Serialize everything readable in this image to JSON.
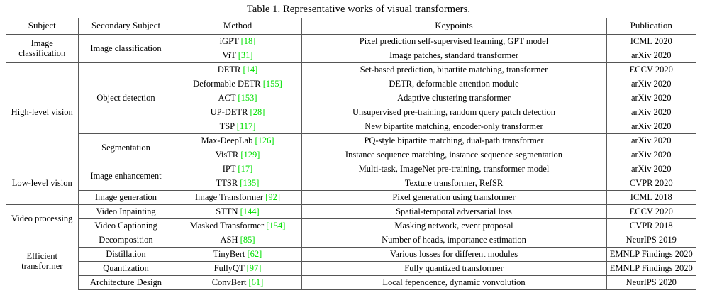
{
  "caption": "Table 1. Representative works of visual transformers.",
  "colors": {
    "citation": "#00e000",
    "rule": "#555555",
    "top_rule": "#000000",
    "text": "#000000"
  },
  "table": {
    "headers": [
      "Subject",
      "Secondary Subject",
      "Method",
      "Keypoints",
      "Publication"
    ],
    "groups": [
      {
        "subject": "Image classification",
        "subgroups": [
          {
            "secondary": "Image classification",
            "rows": [
              {
                "method": "iGPT",
                "cite": "[18]",
                "keypoints": "Pixel prediction self-supervised learning, GPT model",
                "publication": "ICML 2020"
              },
              {
                "method": "ViT",
                "cite": "[31]",
                "keypoints": "Image patches, standard transformer",
                "publication": "arXiv 2020"
              }
            ]
          }
        ]
      },
      {
        "subject": "High-level vision",
        "subgroups": [
          {
            "secondary": "Object detection",
            "rows": [
              {
                "method": "DETR",
                "cite": "[14]",
                "keypoints": "Set-based prediction, bipartite matching, transformer",
                "publication": "ECCV 2020"
              },
              {
                "method": "Deformable DETR",
                "cite": "[155]",
                "keypoints": "DETR, deformable attention module",
                "publication": "arXiv 2020"
              },
              {
                "method": "ACT",
                "cite": "[153]",
                "keypoints": "Adaptive clustering transformer",
                "publication": "arXiv 2020"
              },
              {
                "method": "UP-DETR",
                "cite": "[28]",
                "keypoints": "Unsupervised pre-training, random query patch detection",
                "publication": "arXiv 2020"
              },
              {
                "method": "TSP",
                "cite": "[117]",
                "keypoints": "New bipartite matching, encoder-only transformer",
                "publication": "arXiv 2020"
              }
            ]
          },
          {
            "secondary": "Segmentation",
            "rows": [
              {
                "method": "Max-DeepLab",
                "cite": "[126]",
                "keypoints": "PQ-style bipartite matching, dual-path transformer",
                "publication": "arXiv 2020"
              },
              {
                "method": "VisTR",
                "cite": "[129]",
                "keypoints": "Instance sequence matching, instance sequence segmentation",
                "publication": "arXiv 2020"
              }
            ]
          }
        ]
      },
      {
        "subject": "Low-level vision",
        "subgroups": [
          {
            "secondary": "Image enhancement",
            "rows": [
              {
                "method": "IPT",
                "cite": "[17]",
                "keypoints": "Multi-task, ImageNet pre-training, transformer model",
                "publication": "arXiv 2020"
              },
              {
                "method": "TTSR",
                "cite": "[135]",
                "keypoints": "Texture transformer, RefSR",
                "publication": "CVPR 2020"
              }
            ]
          },
          {
            "secondary": "Image generation",
            "rows": [
              {
                "method": "Image Transformer",
                "cite": "[92]",
                "keypoints": "Pixel generation using transformer",
                "publication": "ICML 2018"
              }
            ]
          }
        ]
      },
      {
        "subject": "Video processing",
        "subgroups": [
          {
            "secondary": "Video Inpainting",
            "rows": [
              {
                "method": "STTN",
                "cite": "[144]",
                "keypoints": "Spatial-temporal adversarial loss",
                "publication": "ECCV 2020"
              }
            ]
          },
          {
            "secondary": "Video Captioning",
            "rows": [
              {
                "method": "Masked Transformer",
                "cite": "[154]",
                "keypoints": "Masking network, event proposal",
                "publication": "CVPR 2018"
              }
            ]
          }
        ]
      },
      {
        "subject": "Efficient transformer",
        "subgroups": [
          {
            "secondary": "Decomposition",
            "rows": [
              {
                "method": "ASH",
                "cite": "[85]",
                "keypoints": "Number of heads, importance estimation",
                "publication": "NeurIPS 2019"
              }
            ]
          },
          {
            "secondary": "Distillation",
            "rows": [
              {
                "method": "TinyBert",
                "cite": "[62]",
                "keypoints": "Various losses for different modules",
                "publication": "EMNLP Findings 2020"
              }
            ]
          },
          {
            "secondary": "Quantization",
            "rows": [
              {
                "method": "FullyQT",
                "cite": "[97]",
                "keypoints": "Fully quantized transformer",
                "publication": "EMNLP Findings 2020"
              }
            ]
          },
          {
            "secondary": "Architecture Design",
            "rows": [
              {
                "method": "ConvBert",
                "cite": "[61]",
                "keypoints": "Local fependence, dynamic vonvolution",
                "publication": "NeurIPS 2020"
              }
            ]
          }
        ]
      }
    ]
  }
}
